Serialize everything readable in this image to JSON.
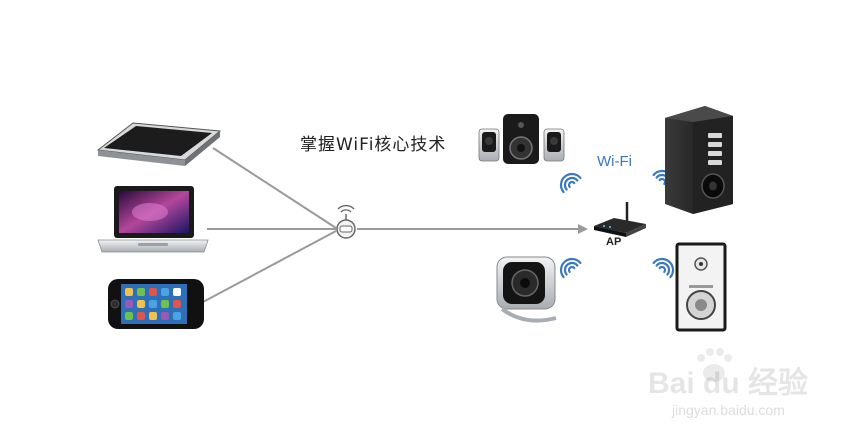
{
  "diagram": {
    "title": "掌握WiFi核心技术",
    "wifi_label": "Wi-Fi",
    "ap_label": "AP"
  },
  "watermark": {
    "main": "Bai du 经验",
    "url": "jingyan.baidu.com"
  },
  "colors": {
    "line": "#9a9a9a",
    "wifi": "#3a78c2",
    "device_dark": "#1e1e1e",
    "silver": "#cfd2d6"
  },
  "icons": [
    "tablet-icon",
    "laptop-icon",
    "phone-icon",
    "router-icon",
    "wifi-signal-icon",
    "speaker-icon"
  ]
}
